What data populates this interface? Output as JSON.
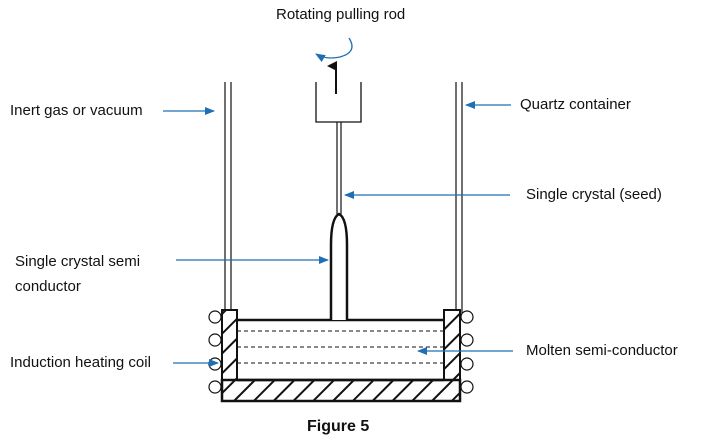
{
  "labels": {
    "rod": "Rotating pulling  rod",
    "inert": "Inert gas or vacuum",
    "quartz": "Quartz container",
    "seed": "Single crystal (seed)",
    "crystal_line1": "Single crystal semi",
    "crystal_line2": "conductor",
    "coil": "Induction heating coil",
    "molten": "Molten semi-conductor"
  },
  "caption": "Figure 5",
  "colors": {
    "arrow": "#1f6fb5",
    "line": "#111111"
  }
}
